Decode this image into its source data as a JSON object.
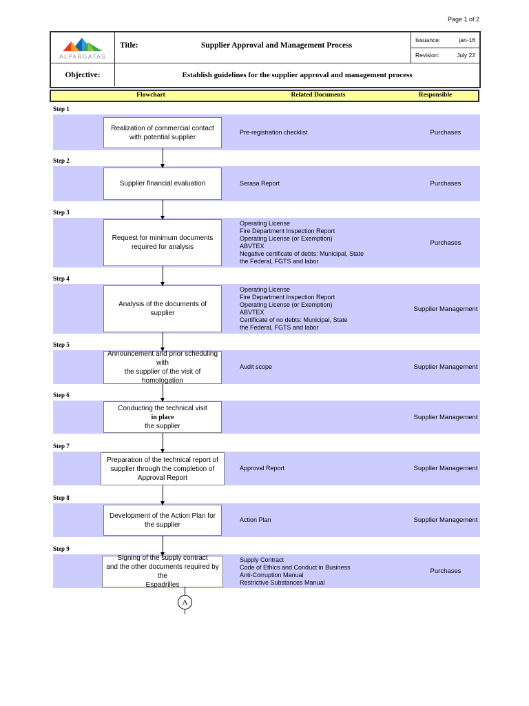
{
  "page": {
    "indicator": "Page 1 of 2"
  },
  "header": {
    "brand": "ALPARGATAS",
    "title_label": "Title:",
    "title": "Supplier Approval and Management Process",
    "issuance_label": "Issuance:",
    "issuance_value": "jan-16",
    "revision_label": "Revision:",
    "revision_value": "July 22",
    "objective_label": "Objective:",
    "objective": "Establish guidelines for the supplier approval and management process"
  },
  "columns": {
    "flowchart": "Flowchart",
    "related": "Related Documents",
    "responsible": "Responsible"
  },
  "steps": [
    {
      "label": "Step 1",
      "box_lines": [
        {
          "text": "Realization of commercial contact"
        },
        {
          "text": "with potential supplier"
        }
      ],
      "documents": [
        "Pre-registration checklist"
      ],
      "responsible": "Purchases"
    },
    {
      "label": "Step 2",
      "box_lines": [
        {
          "text": "Supplier financial evaluation"
        }
      ],
      "documents": [
        "Serasa Report"
      ],
      "responsible": "Purchases"
    },
    {
      "label": "Step 3",
      "box_lines": [
        {
          "text": "Request for minimum documents"
        },
        {
          "text": "required for analysis"
        }
      ],
      "documents": [
        "Operating License",
        "Fire Department Inspection Report",
        "Operating License (or Exemption)",
        "ABVTEX",
        "Negative certificate of debts: Municipal, State",
        "the Federal, FGTS and labor"
      ],
      "responsible": "Purchases"
    },
    {
      "label": "Step 4",
      "box_lines": [
        {
          "text": "Analysis of the documents of"
        },
        {
          "text": "supplier"
        }
      ],
      "documents": [
        "Operating License",
        "Fire Department Inspection Report",
        "Operating License (or Exemption)",
        "ABVTEX",
        "Certificate of no debts: Municipal, State",
        "the Federal, FGTS and labor"
      ],
      "responsible": "Supplier Management"
    },
    {
      "label": "Step 5",
      "box_lines": [
        {
          "text": "Announcement and prior scheduling with"
        },
        {
          "text": "the supplier of the visit of"
        },
        {
          "text": "homologation"
        }
      ],
      "documents": [
        "Audit scope"
      ],
      "responsible": "Supplier Management"
    },
    {
      "label": "Step 6",
      "box_lines": [
        {
          "text": "Conducting the technical visit"
        },
        {
          "text": "in place",
          "serif_bold": true
        },
        {
          "text": "the supplier"
        }
      ],
      "documents": [],
      "responsible": "Supplier Management"
    },
    {
      "label": "Step 7",
      "box_lines": [
        {
          "text": "Preparation of the technical report of"
        },
        {
          "text": "supplier through the completion of"
        },
        {
          "text": "Approval Report"
        }
      ],
      "documents": [
        "Approval Report"
      ],
      "responsible": "Supplier Management"
    },
    {
      "label": "Step 8",
      "box_lines": [
        {
          "text": "Development of the Action Plan for"
        },
        {
          "text": "the supplier"
        }
      ],
      "documents": [
        "Action Plan"
      ],
      "responsible": "Supplier Management"
    },
    {
      "label": "Step 9",
      "box_lines": [
        {
          "text": "Signing of the supply contract"
        },
        {
          "text": "and the other documents required by the"
        },
        {
          "text": "Espadrilles"
        }
      ],
      "documents": [
        "Supply Contract",
        "Code of Ethics and Conduct in Business",
        "Anti-Corruption Manual",
        "Restrictive Substances Manual"
      ],
      "responsible": "Purchases"
    }
  ],
  "connector": {
    "label": "A"
  },
  "colors": {
    "lavender": "#ccccff",
    "yellow": "#ffff99",
    "brand_gray": "#8e8e8e",
    "logo": {
      "blue_light": "#2d9eda",
      "blue_dark": "#1d5fae",
      "red": "#e8392b",
      "orange": "#f6a01e",
      "green_teal": "#2fa36b",
      "green_lime": "#8cc63f",
      "green": "#3aa54e"
    }
  }
}
